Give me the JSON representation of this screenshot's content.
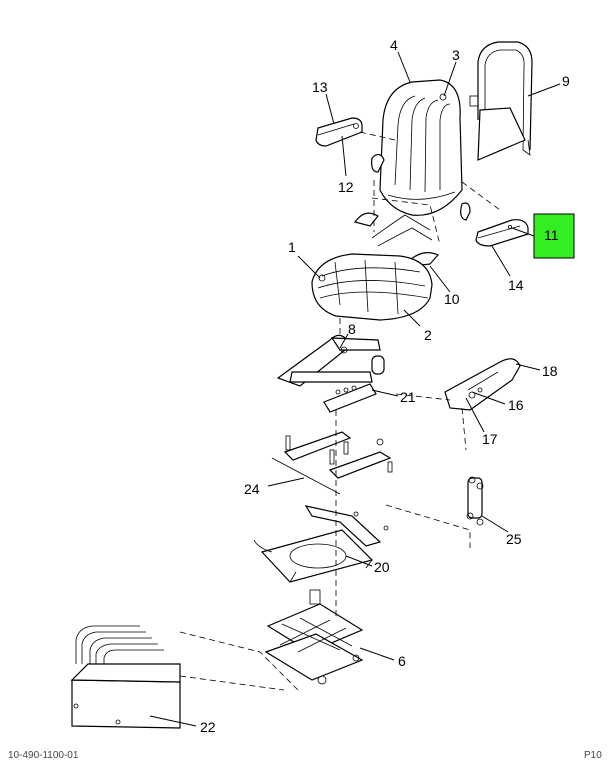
{
  "callouts": [
    {
      "id": "1",
      "text": "1"
    },
    {
      "id": "2",
      "text": "2"
    },
    {
      "id": "3",
      "text": "3"
    },
    {
      "id": "4",
      "text": "4"
    },
    {
      "id": "6",
      "text": "6"
    },
    {
      "id": "8",
      "text": "8"
    },
    {
      "id": "9",
      "text": "9"
    },
    {
      "id": "10",
      "text": "10"
    },
    {
      "id": "11",
      "text": "11"
    },
    {
      "id": "12",
      "text": "12"
    },
    {
      "id": "13",
      "text": "13"
    },
    {
      "id": "14",
      "text": "14"
    },
    {
      "id": "16",
      "text": "16"
    },
    {
      "id": "17",
      "text": "17"
    },
    {
      "id": "18",
      "text": "18"
    },
    {
      "id": "20",
      "text": "20"
    },
    {
      "id": "21",
      "text": "21"
    },
    {
      "id": "22",
      "text": "22"
    },
    {
      "id": "24",
      "text": "24"
    },
    {
      "id": "25",
      "text": "25"
    }
  ],
  "highlight": {
    "callout": "11",
    "color": "#33ee22"
  },
  "footer": {
    "left": "10-490-1100-01",
    "right": "P10"
  }
}
